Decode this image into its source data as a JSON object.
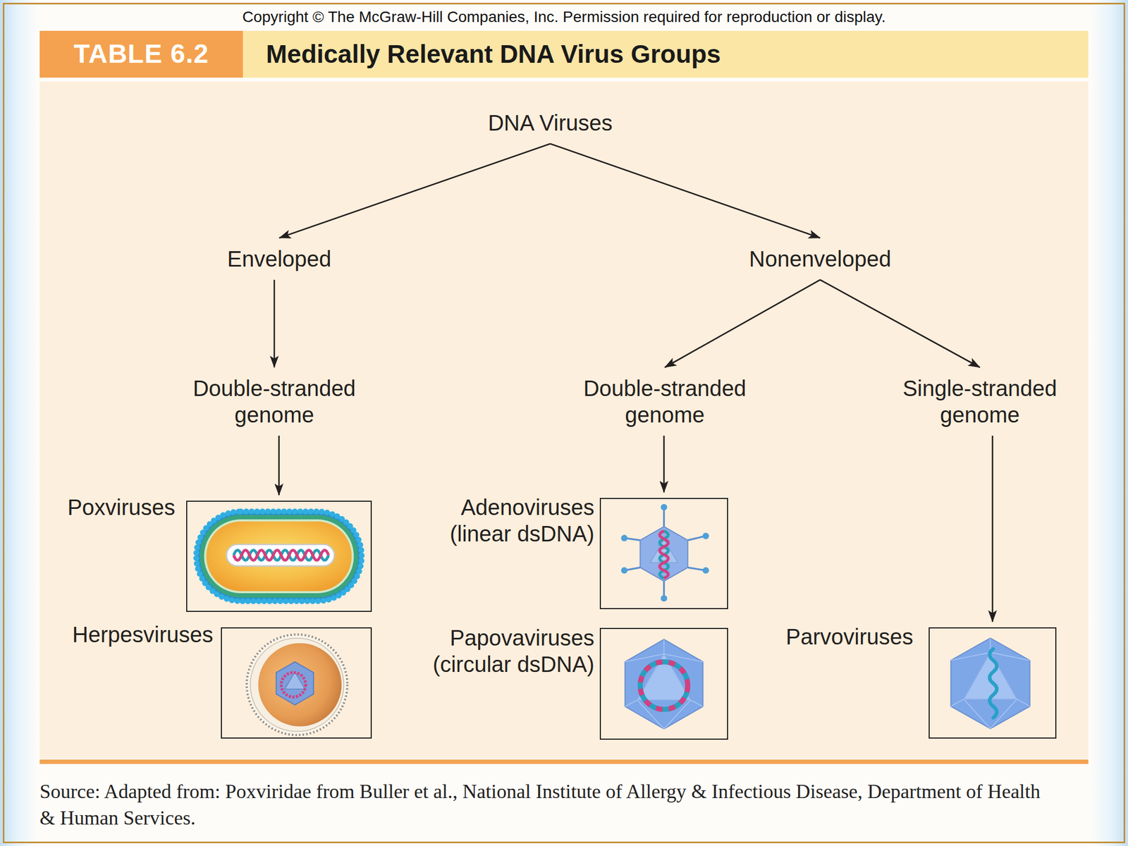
{
  "diagram": {
    "title": "Medically Relevant DNA Virus Groups",
    "caption": "Source: Adapted from: Poxviridae from Buller et al., National Institute of Allergy & Infectious Disease, Department of Health & Human Services.",
    "nodes": [
      {
        "text": [
          "DNA Viruses"
        ]
      },
      {
        "text": [
          "Enveloped"
        ]
      },
      {
        "text": [
          "Nonenveloped"
        ]
      },
      {
        "text": [
          "Double-stranded genome"
        ]
      },
      {
        "text": [
          "Double-stranded genome"
        ]
      },
      {
        "text": [
          "Single-stranded genome"
        ]
      },
      {
        "text": [
          "Poxviruses"
        ]
      },
      {
        "text": [
          "Adenoviruses (linear dsDNA)"
        ]
      },
      {
        "text": [
          "Herpesviruses"
        ]
      },
      {
        "text": [
          "Papovaviruses (circular dsDNA)"
        ]
      },
      {
        "text": [
          "Parvoviruses"
        ]
      }
    ],
    "edges": [
      {
        "from": 0,
        "to": 1,
        "arrow": "to"
      },
      {
        "from": 0,
        "to": 2,
        "arrow": "to"
      },
      {
        "from": 1,
        "to": 3,
        "arrow": "to"
      },
      {
        "from": 2,
        "to": 4,
        "arrow": "to"
      },
      {
        "from": 2,
        "to": 5,
        "arrow": "to"
      },
      {
        "from": 3,
        "to": 6,
        "arrow": "to"
      },
      {
        "from": 4,
        "to": 7,
        "arrow": "to"
      },
      {
        "from": 5,
        "to": 10,
        "arrow": "to"
      }
    ],
    "labels": [
      "Copyright © The McGraw-Hill Companies, Inc. Permission required for reproduction or display.",
      "TABLE 6.2"
    ]
  }
}
